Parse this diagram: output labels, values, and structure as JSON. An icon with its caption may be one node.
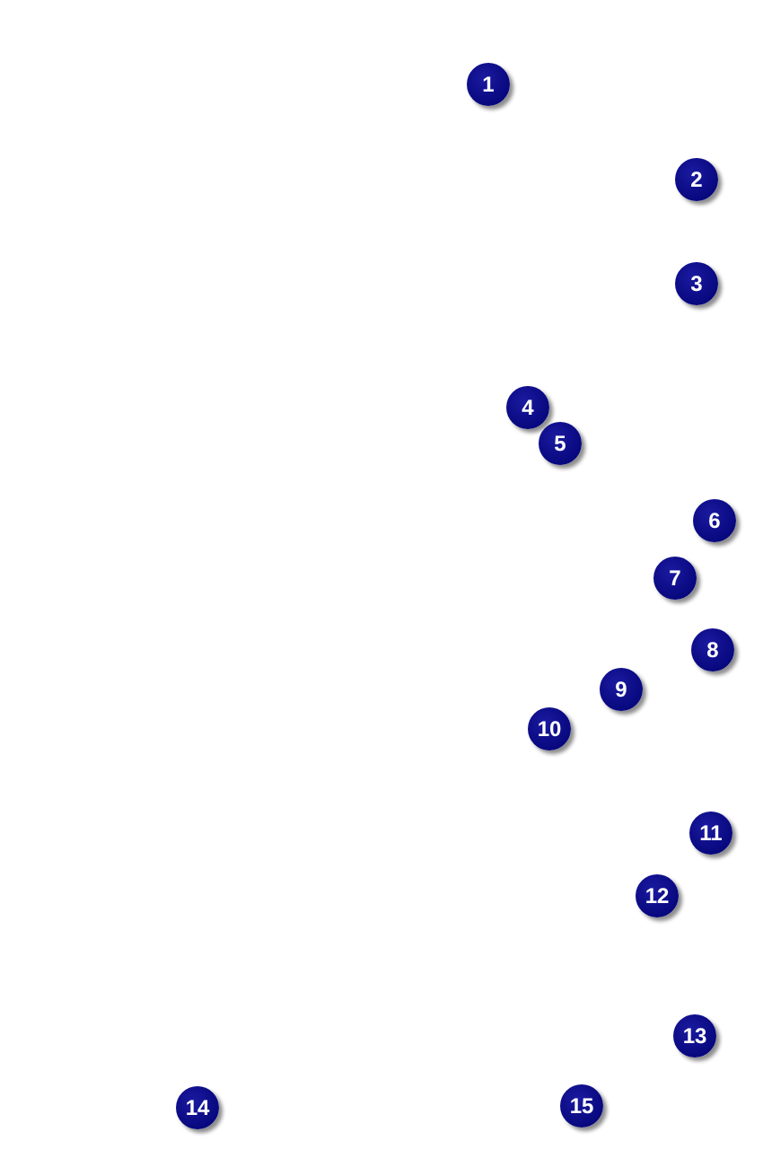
{
  "diagram": {
    "labels": [
      "1",
      "2",
      "3",
      "4",
      "5",
      "6",
      "7",
      "8",
      "9",
      "10",
      "11",
      "12",
      "13",
      "14",
      "15"
    ]
  }
}
